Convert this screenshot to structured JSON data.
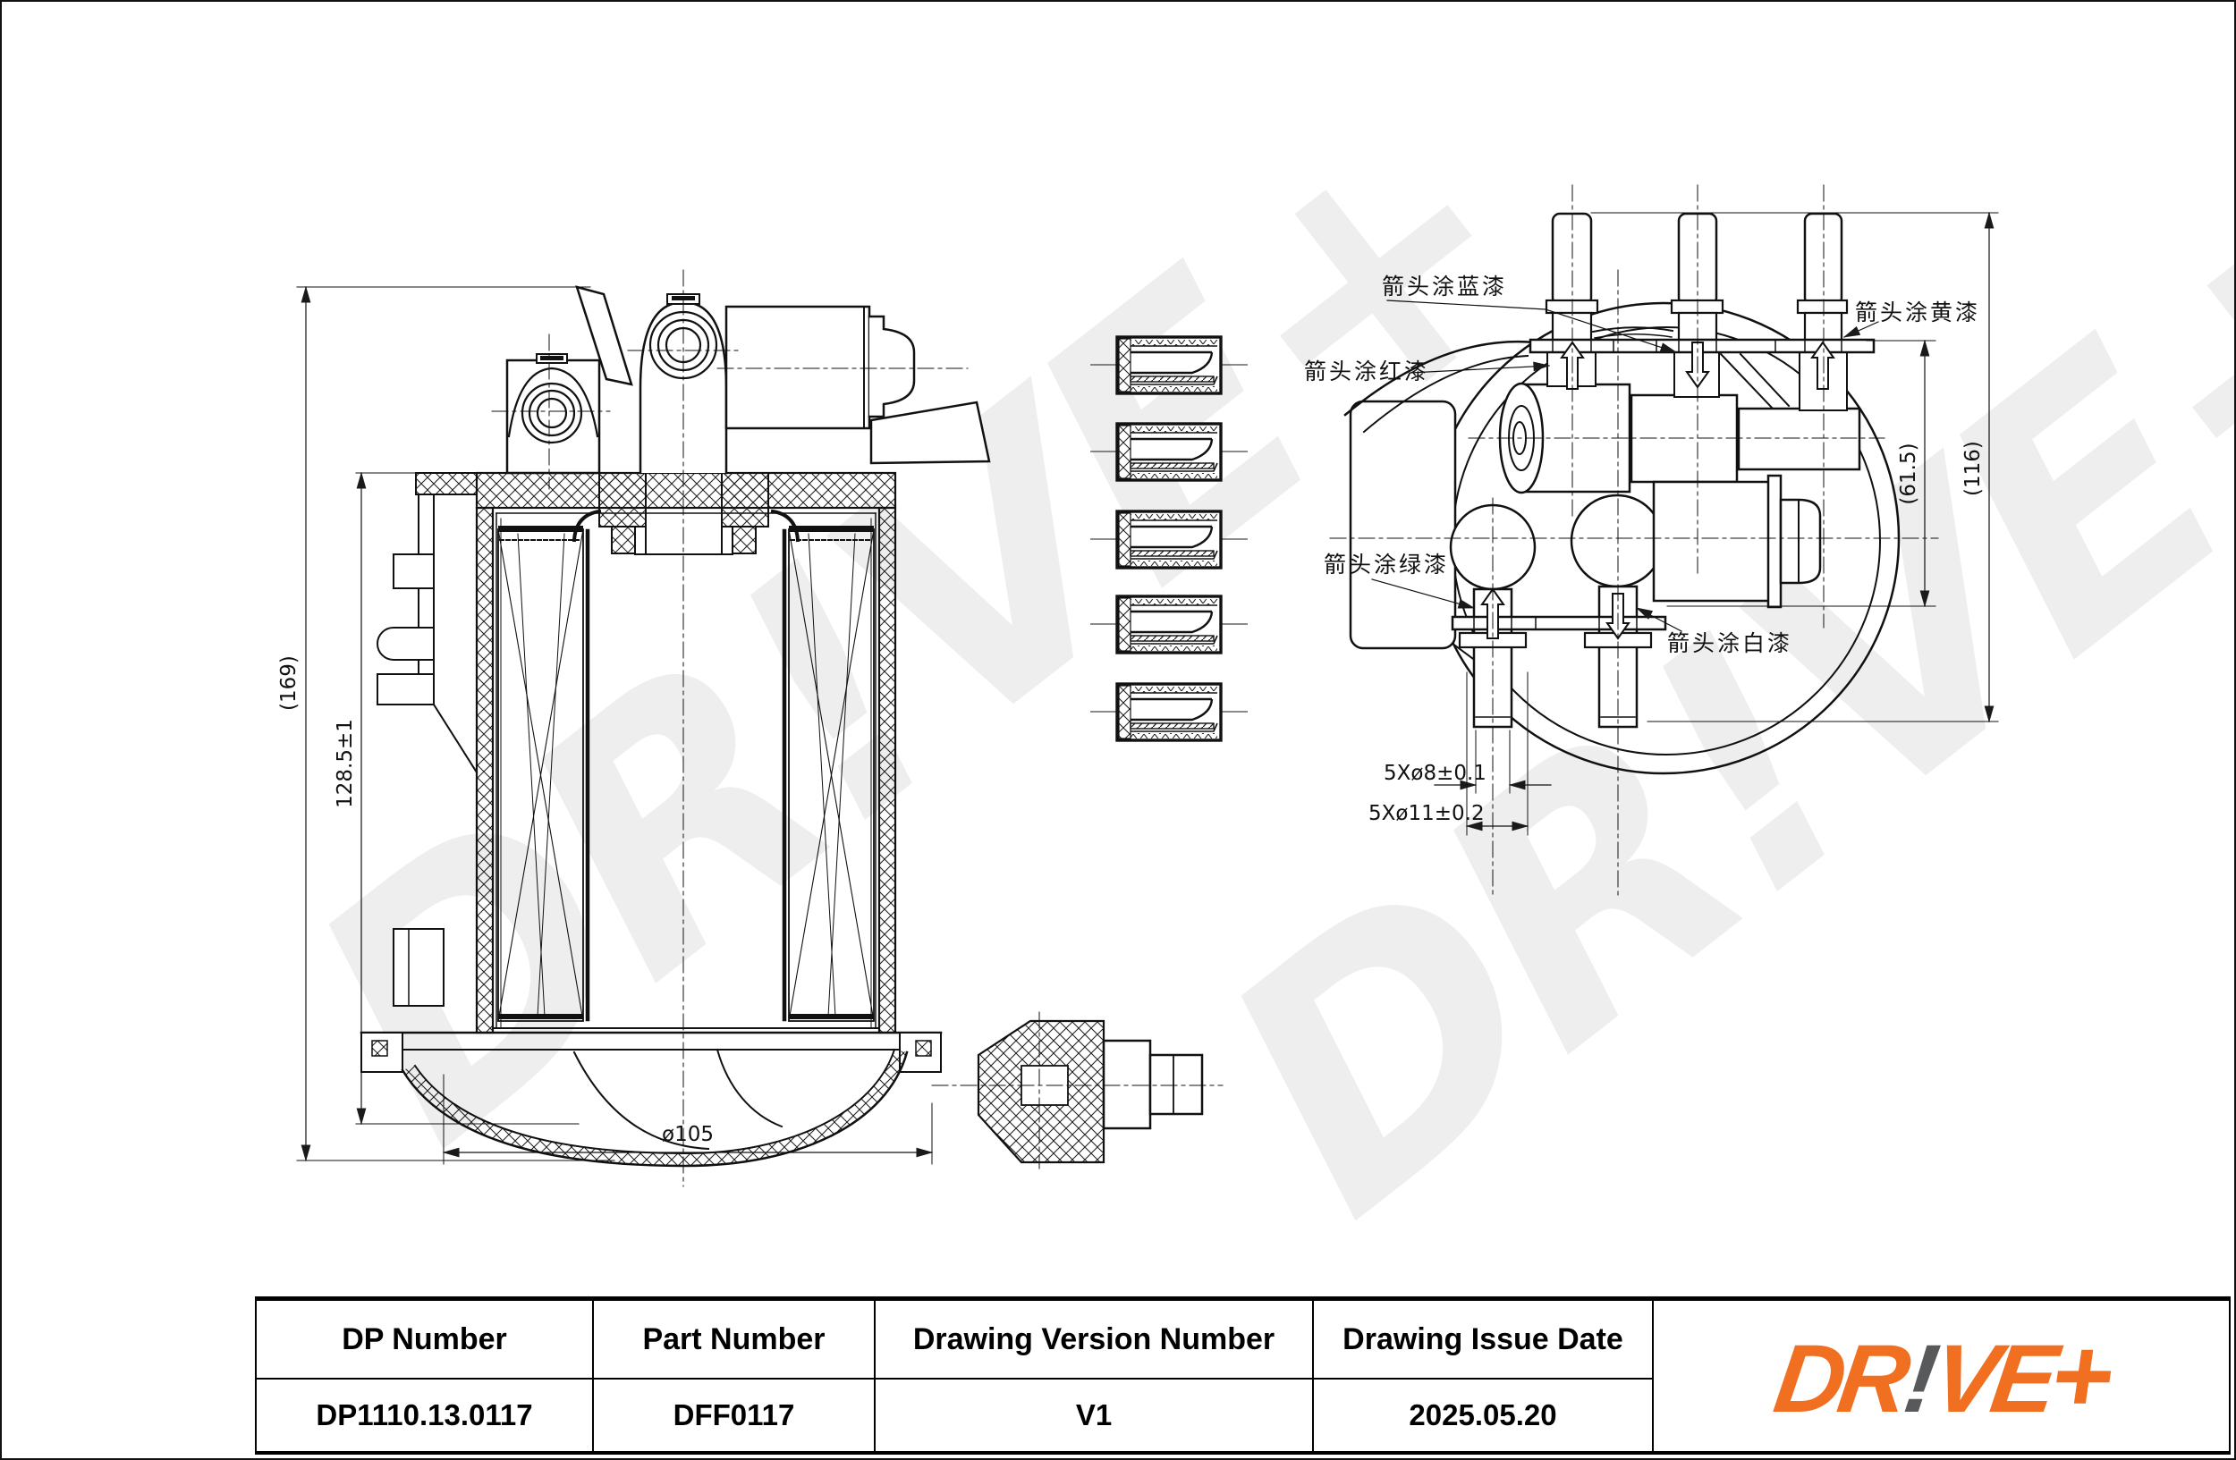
{
  "page": {
    "background": "#ffffff",
    "line_color": "#1a1a1a"
  },
  "watermark": {
    "text": "DR!VE+",
    "color": "#eeeeee"
  },
  "left_view": {
    "name": "fuel-filter front section view",
    "dim_overall_height": "(169)",
    "dim_body_height": "128.5±1",
    "dim_diameter": "ø105"
  },
  "middle_view": {
    "name": "seal cross-section details",
    "seal_count": 5
  },
  "right_view": {
    "name": "fuel-filter top view",
    "label_blue": "箭头涂蓝漆",
    "label_red": "箭头涂红漆",
    "label_yellow": "箭头涂黄漆",
    "label_green": "箭头涂绿漆",
    "label_white": "箭头涂白漆",
    "dim_height_inner": "(61.5)",
    "dim_height_outer": "(116)",
    "dim_port_inner": "5Xø8±0.1",
    "dim_port_outer": "5Xø11±0.2"
  },
  "title_block": {
    "headers": [
      "DP Number",
      "Part Number",
      "Drawing Version Number",
      "Drawing Issue Date"
    ],
    "values": [
      "DP1110.13.0117",
      "DFF0117",
      "V1",
      "2025.05.20"
    ]
  },
  "logo": {
    "part1": "DR",
    "excl": "!",
    "part2": "VE",
    "plus": "+",
    "orange": "#F06F21",
    "gray": "#58595B"
  }
}
